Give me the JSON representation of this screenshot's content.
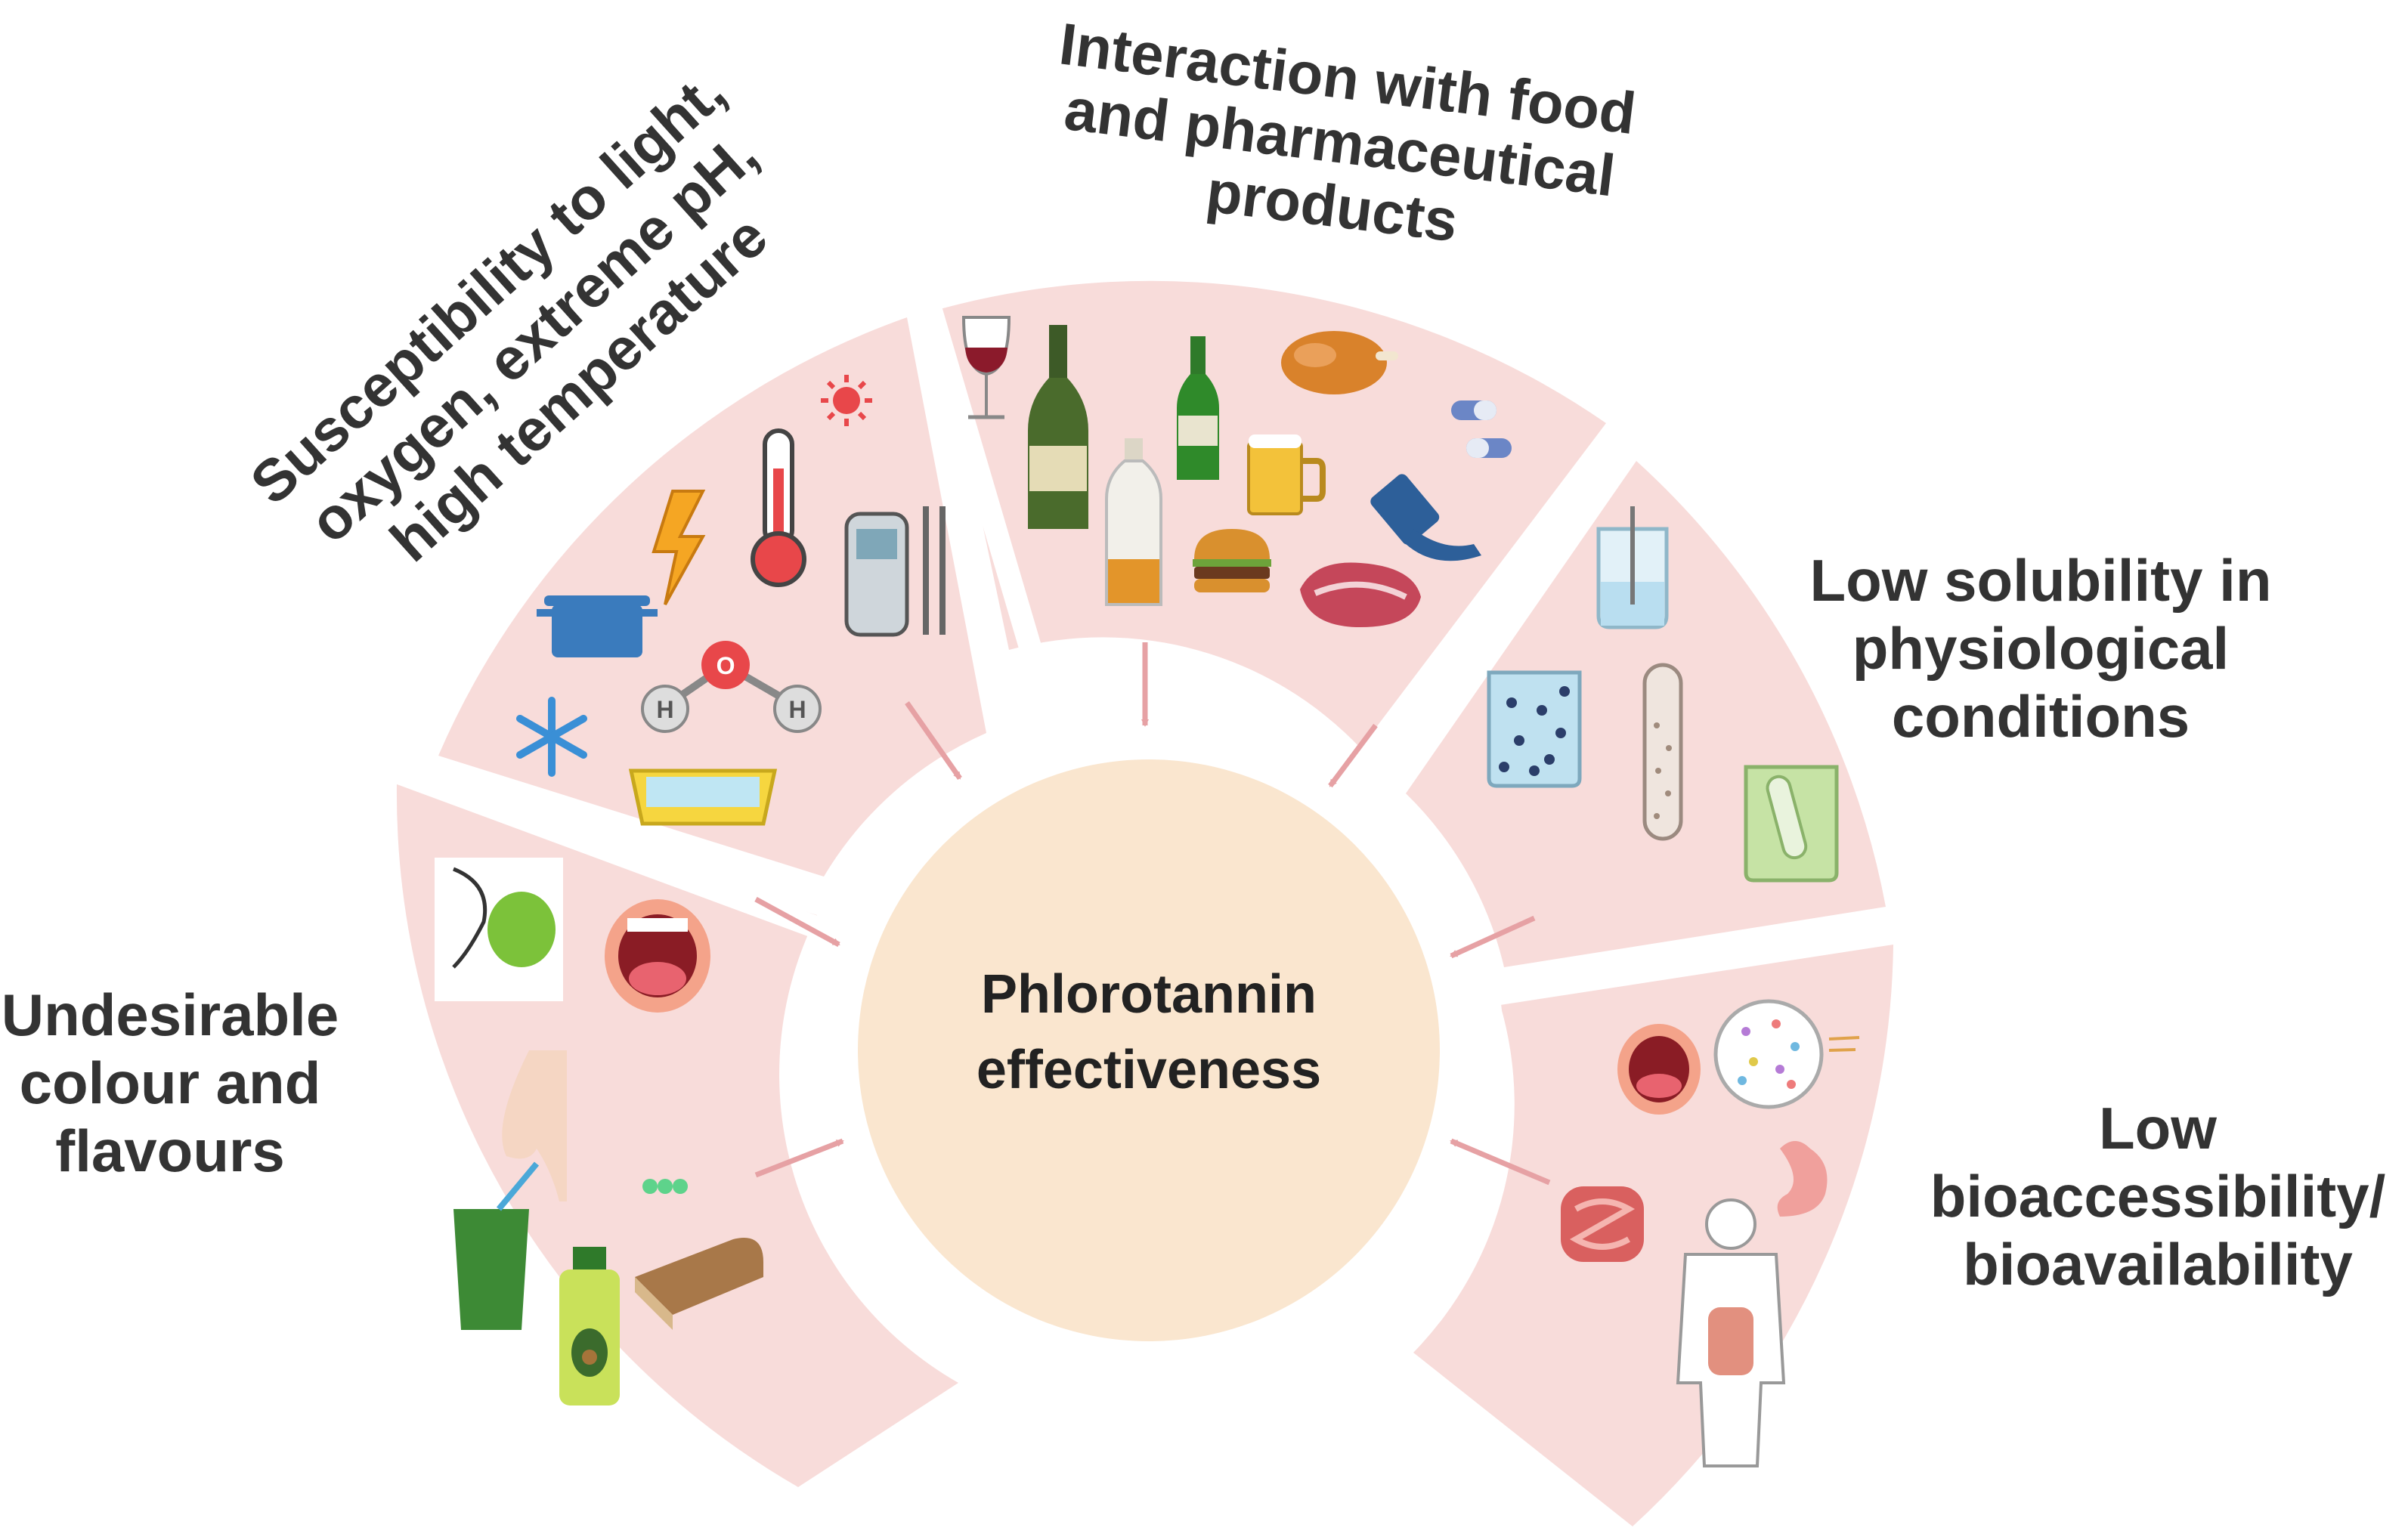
{
  "center": {
    "line1": "Phlorotannin",
    "line2": "effectiveness",
    "color": "#fae6cf"
  },
  "segment_color": "#f8dcda",
  "arrow_color": "#e6a1a4",
  "labels": {
    "susceptibility": [
      "Susceptibility to light,",
      "oxygen, extreme pH,",
      "high temperature"
    ],
    "interaction": [
      "Interaction with food",
      "and pharmaceutical",
      "products"
    ],
    "solubility": [
      "Low solubility in",
      "physiological",
      "conditions"
    ],
    "colour": [
      "Undesirable",
      "colour and",
      "flavours"
    ],
    "bioaccessibility": [
      "Low",
      "bioaccessibility/",
      "bioavailability"
    ]
  },
  "icons": {
    "susceptibility": [
      "sun-icon",
      "lightning-icon",
      "thermometer-icon",
      "ph-meter-icon",
      "cooking-pot-icon",
      "water-molecule-icon",
      "snowflake-icon",
      "ice-tray-icon"
    ],
    "interaction": [
      "wine-glass-icon",
      "champagne-bottle-icon",
      "beer-bottle-icon",
      "roast-chicken-icon",
      "pills-icon",
      "beer-mug-icon",
      "liquid-bottle-icon",
      "medicine-syrup-icon",
      "burger-icon",
      "steak-icon"
    ],
    "solubility": [
      "beaker-stirring-icon",
      "beaker-particles-icon",
      "test-tube-icon",
      "beaker-green-icon"
    ],
    "colour": [
      "tasting-face-icon",
      "open-mouth-icon",
      "nose-icon",
      "molecule-icon",
      "green-juice-icon",
      "juice-bottle-icon",
      "bread-icon"
    ],
    "bioaccessibility": [
      "mouth-icon",
      "microbes-icon",
      "stomach-icon",
      "intestine-icon",
      "human-body-icon"
    ]
  }
}
